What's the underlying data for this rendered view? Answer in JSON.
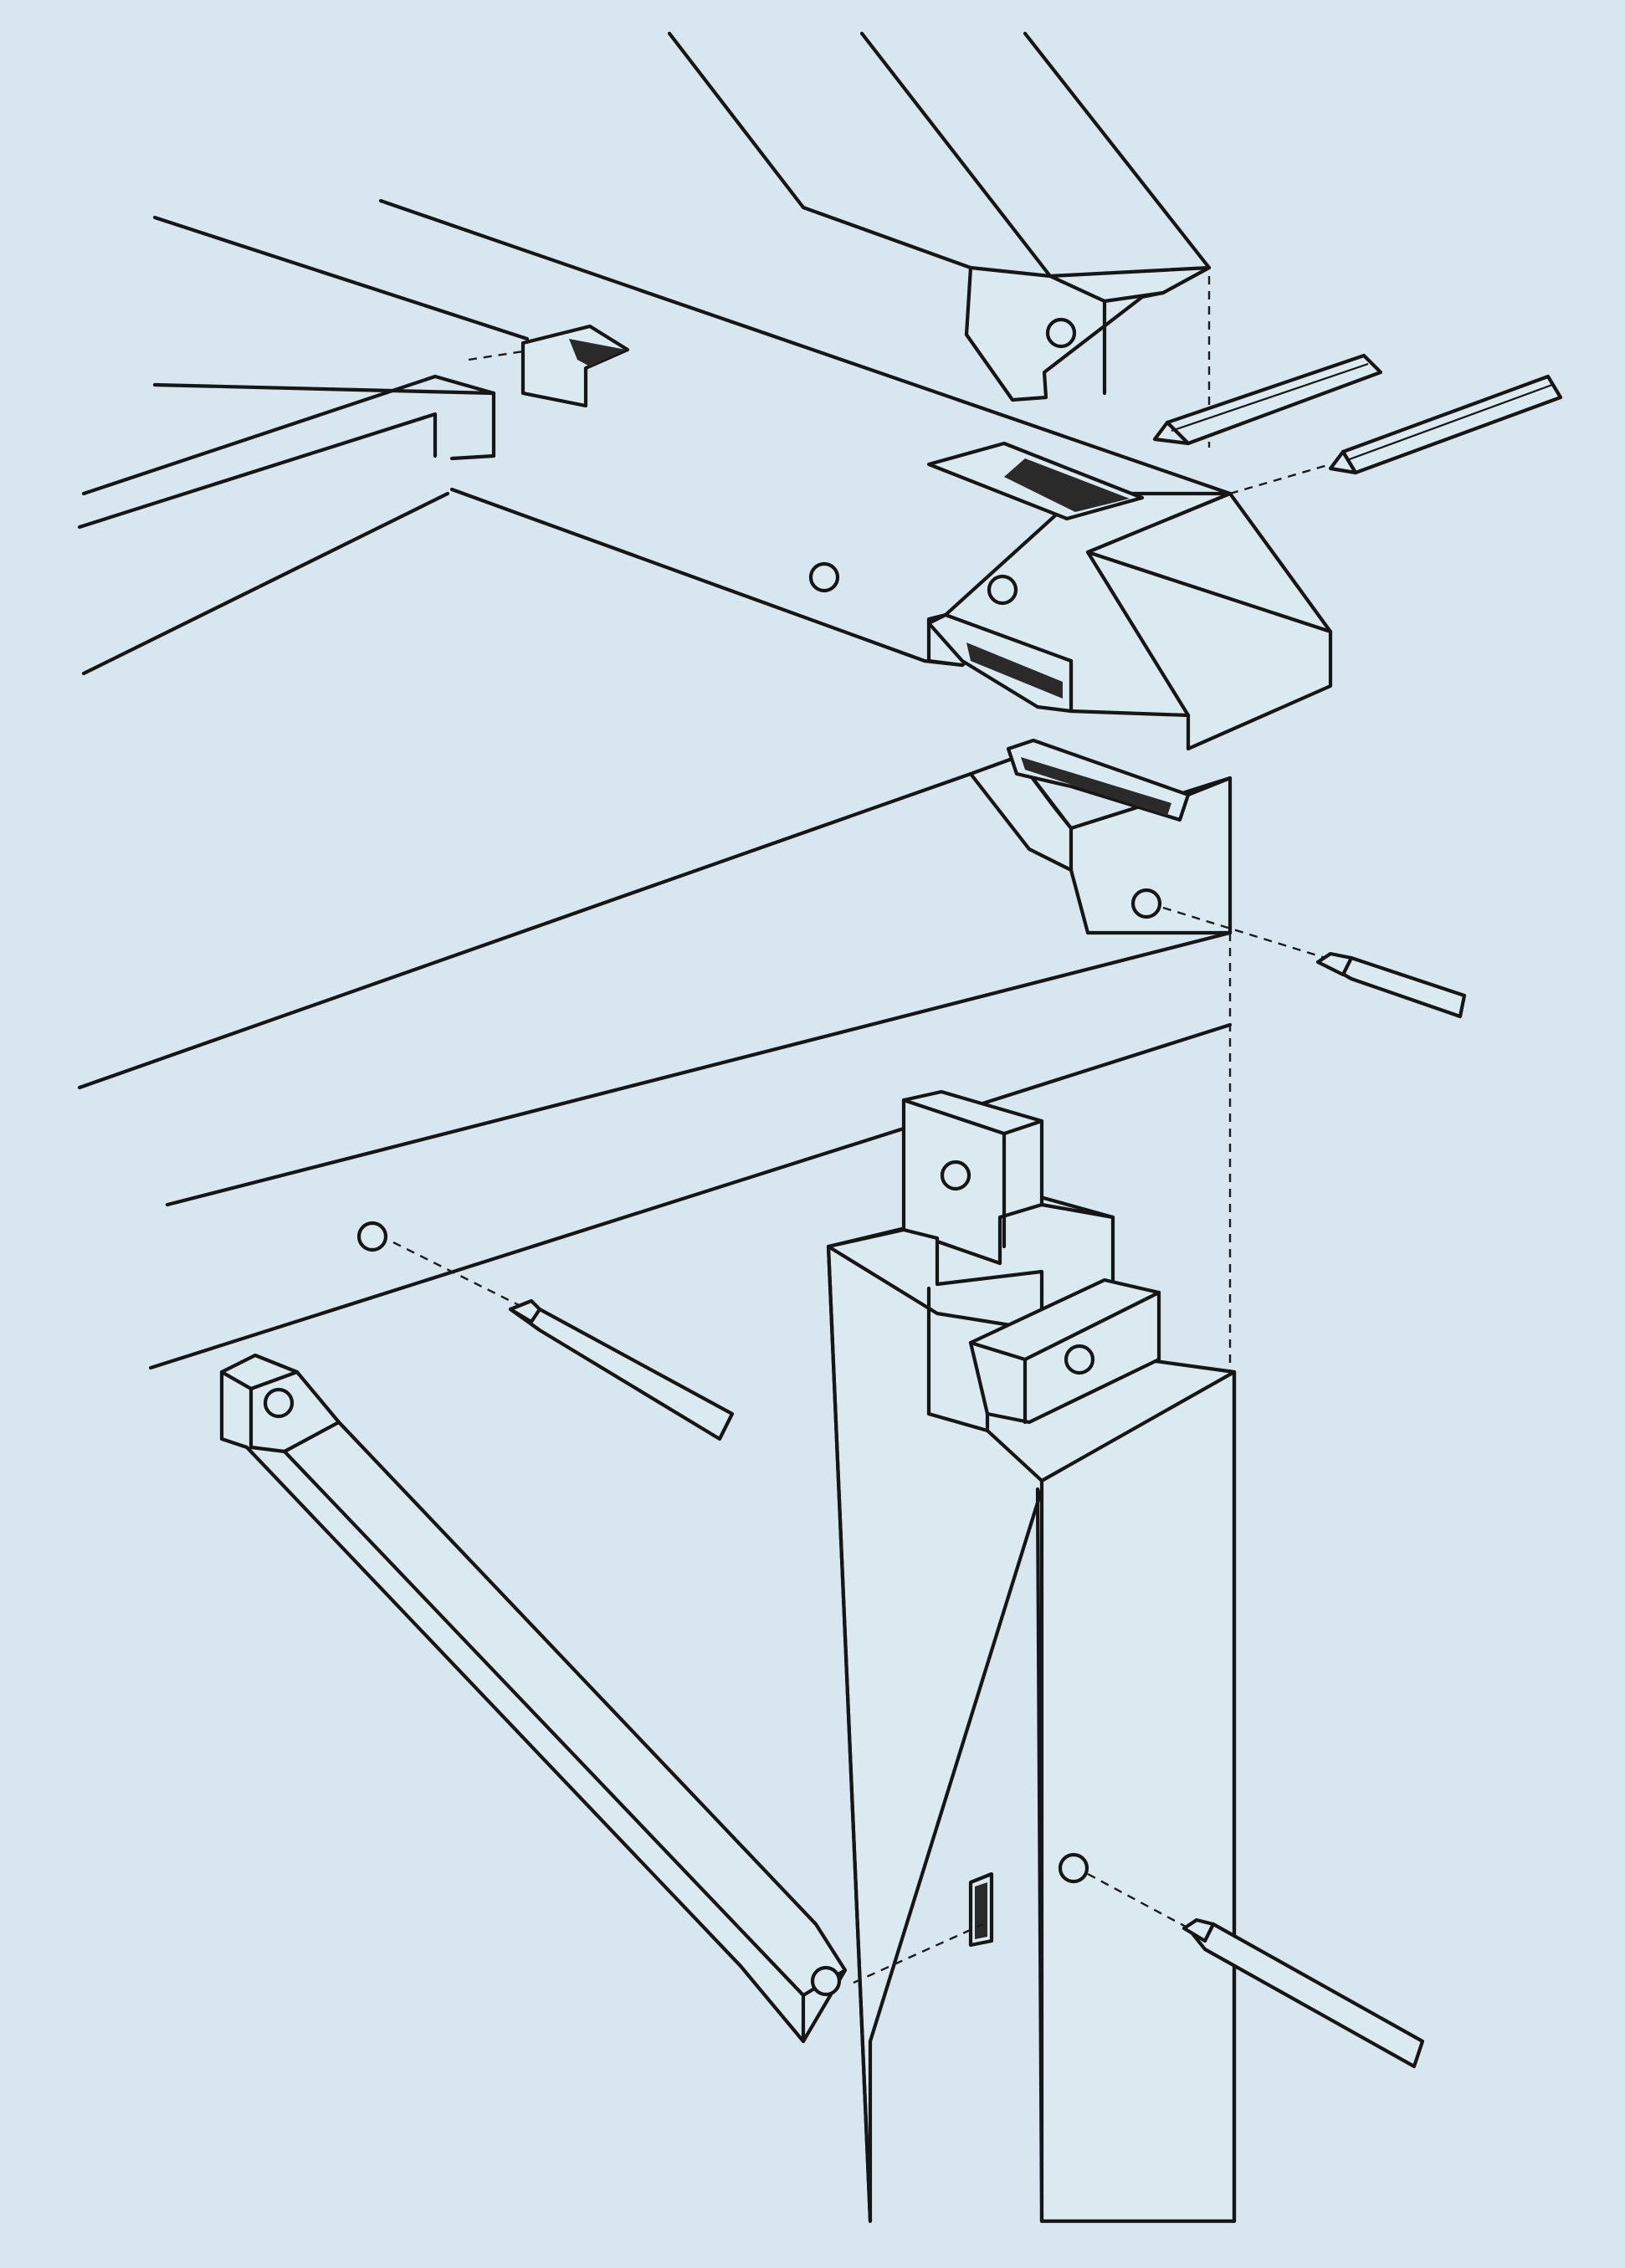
{
  "figure": {
    "subject": "exploded-joinery",
    "colors": {
      "background": "#d7e6ef",
      "ink": "#161616"
    },
    "parts": [
      {
        "id": "rafter-brace",
        "name": ""
      },
      {
        "id": "top-plate",
        "name": ""
      },
      {
        "id": "tie-beam",
        "name": ""
      },
      {
        "id": "post",
        "name": ""
      },
      {
        "id": "knee-brace",
        "name": ""
      }
    ],
    "pegs": 5
  }
}
